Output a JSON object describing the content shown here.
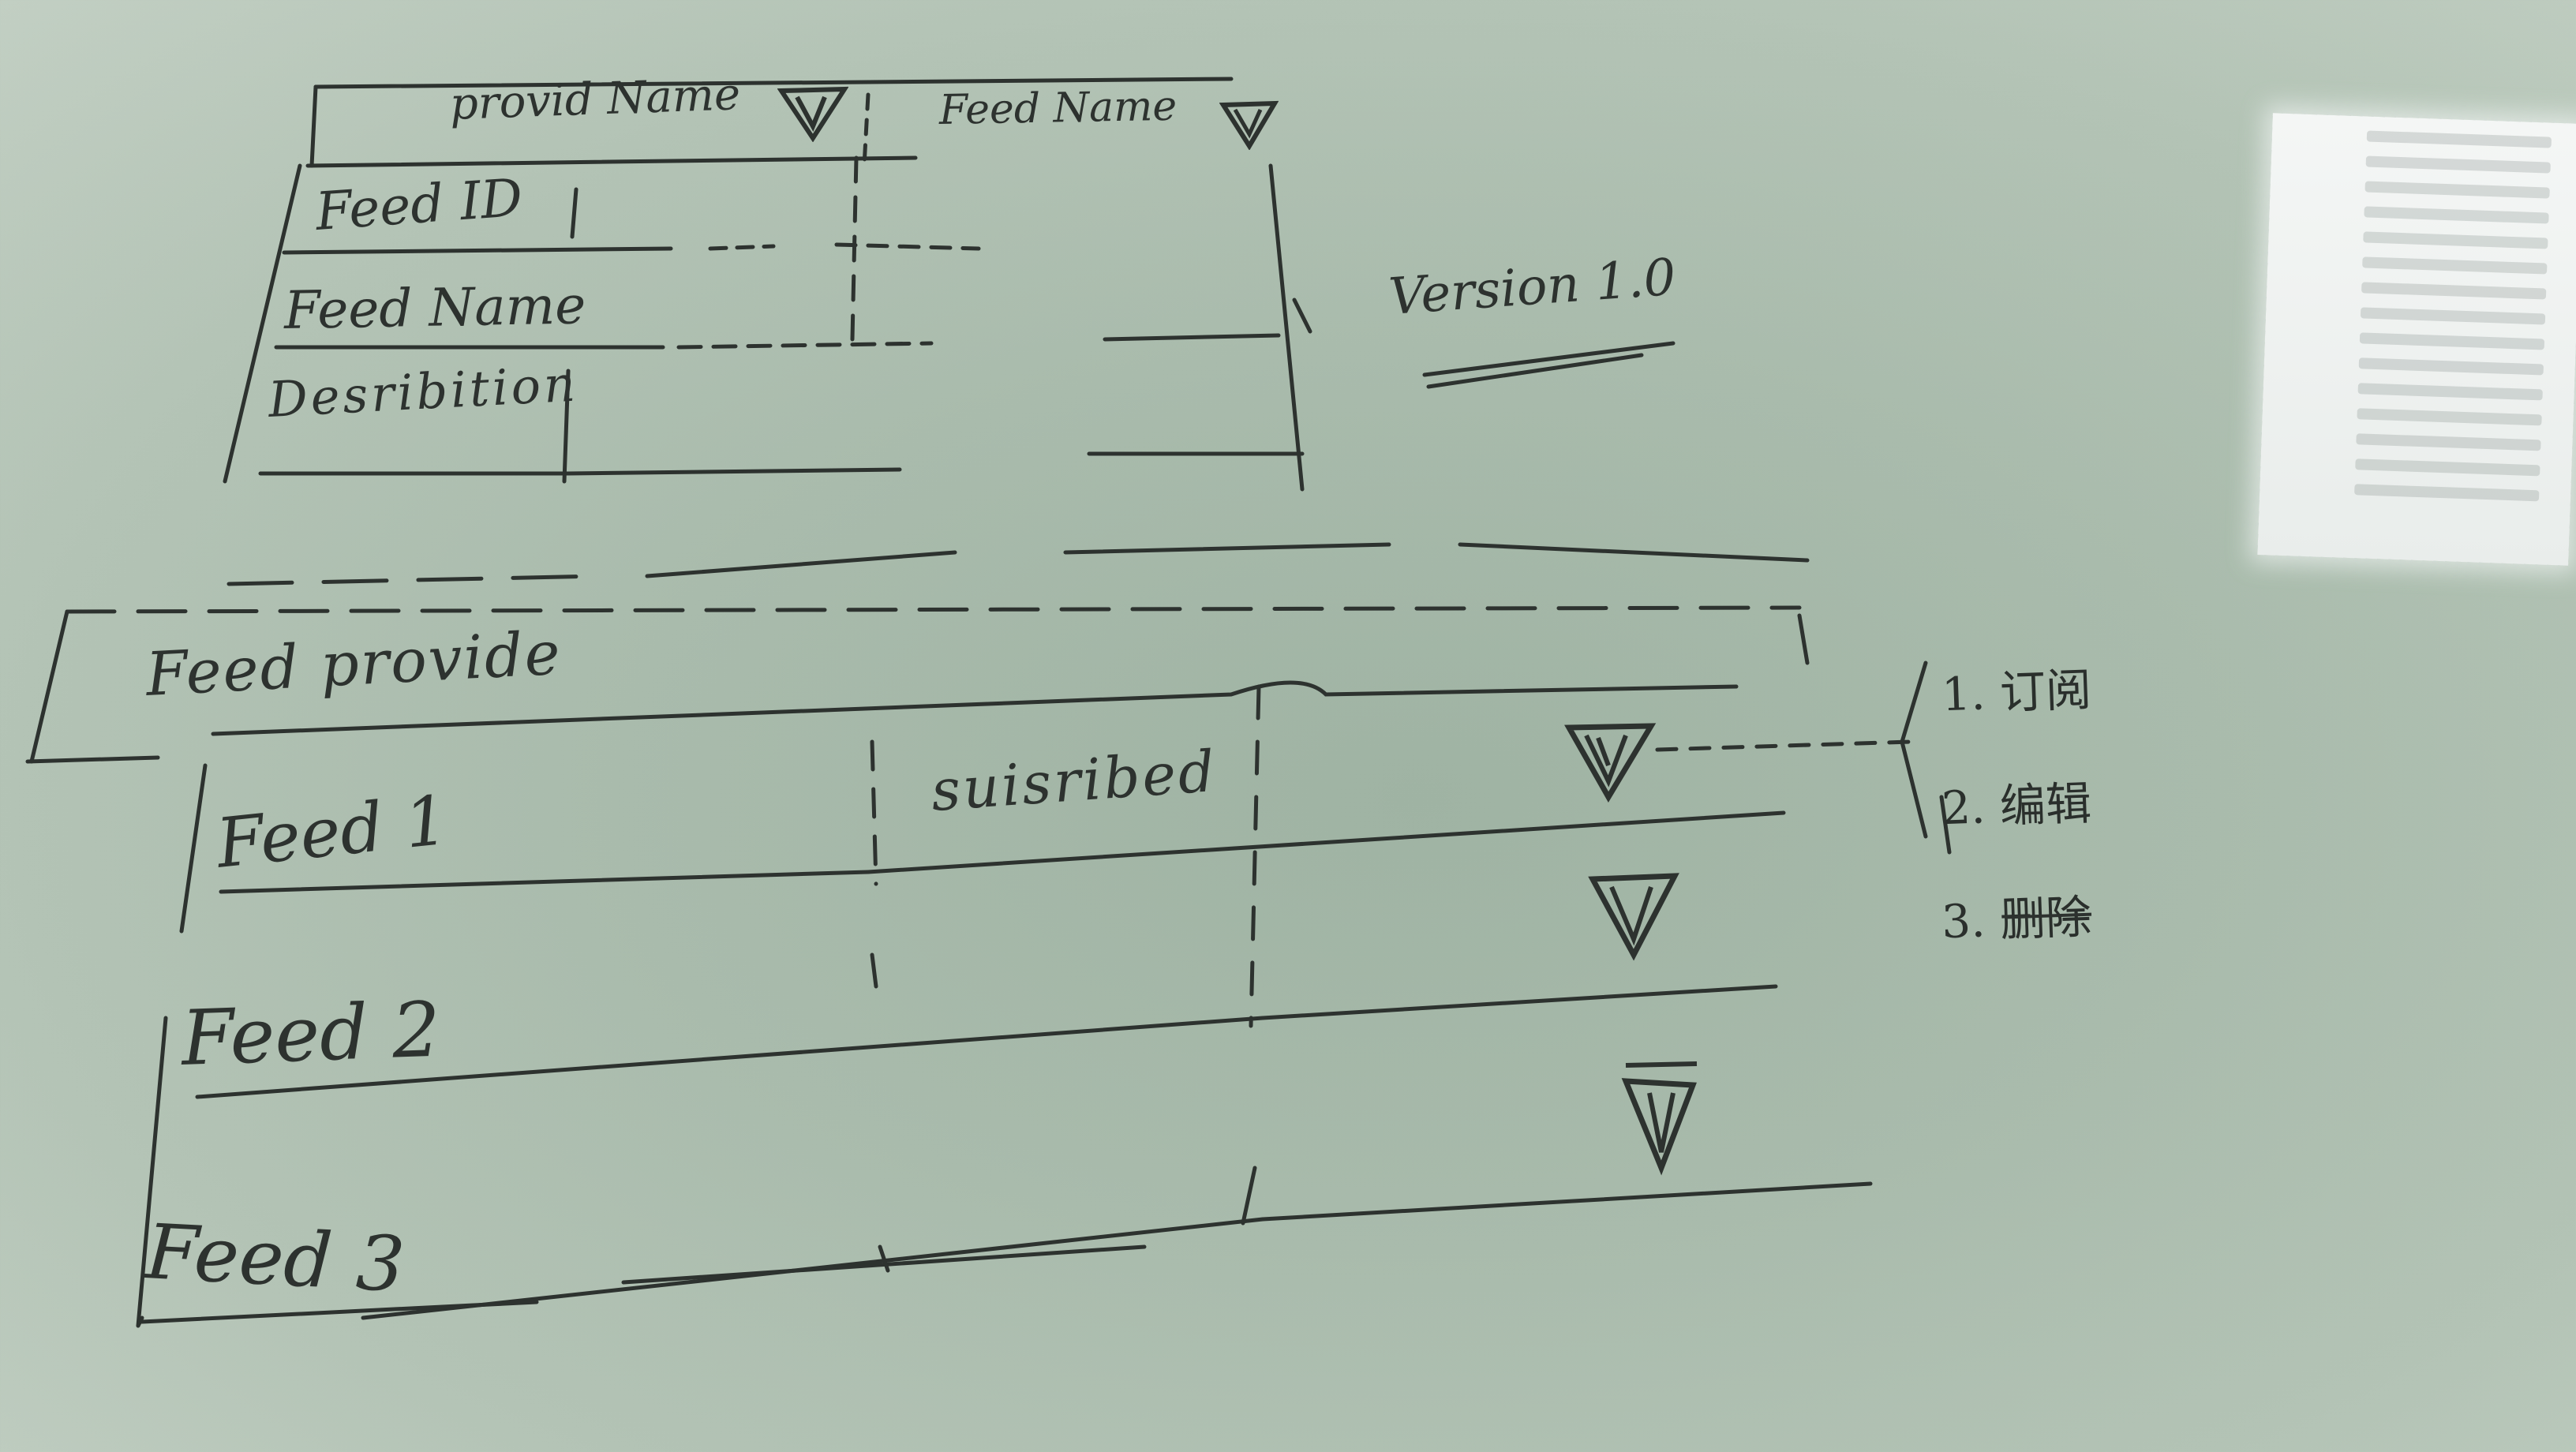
{
  "top_table": {
    "header": {
      "provider_column": "provid Name",
      "feed_column": "Feed Name"
    },
    "rows": [
      "Feed ID",
      "Feed Name",
      "Desribition"
    ],
    "version_label": "Version 1.0"
  },
  "bottom_table": {
    "provider_label": "Feed provide",
    "rows": [
      {
        "name": "Feed 1",
        "status": "suisribed"
      },
      {
        "name": "Feed 2",
        "status": ""
      },
      {
        "name": "Feed 3",
        "status": ""
      }
    ]
  },
  "action_menu": {
    "items": [
      "1. 订阅",
      "2. 编辑",
      "3. 删除"
    ]
  },
  "icons": {
    "dropdown": "dropdown-triangle-icon"
  }
}
